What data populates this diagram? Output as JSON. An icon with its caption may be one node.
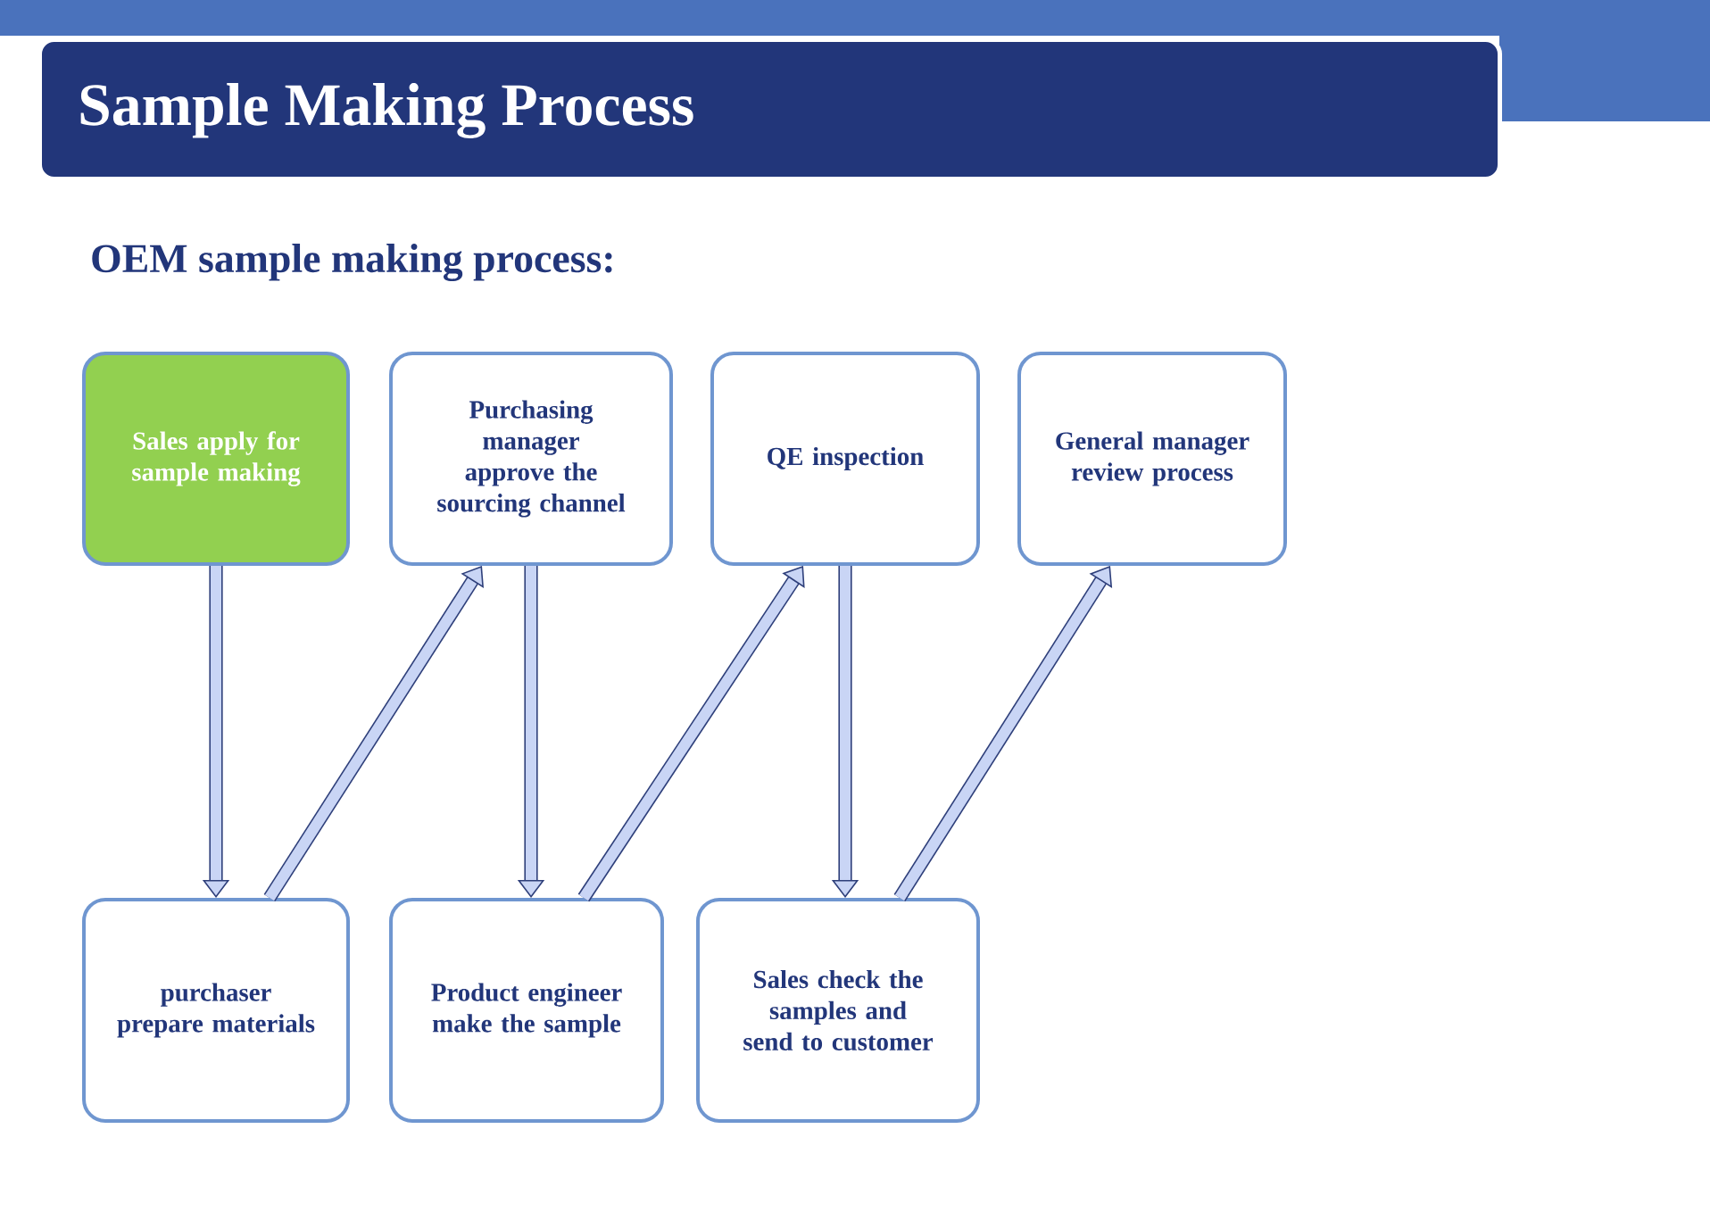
{
  "diagram": {
    "title": "Sample Making Process",
    "nodes": [
      {
        "text": [
          "Sales apply for sample making"
        ]
      },
      {
        "text": [
          "Purchasing manager approve the sourcing channel"
        ]
      },
      {
        "text": [
          "QE inspection"
        ]
      },
      {
        "text": [
          "General manager review process"
        ]
      },
      {
        "text": [
          "purchaser prepare materials"
        ]
      },
      {
        "text": [
          "Product engineer make the sample"
        ]
      },
      {
        "text": [
          "Sales check the samples and send to customer"
        ]
      }
    ],
    "edges": [
      {
        "from": 0,
        "to": 4,
        "arrow": "to"
      },
      {
        "from": 4,
        "to": 1,
        "arrow": "to"
      },
      {
        "from": 1,
        "to": 5,
        "arrow": "to"
      },
      {
        "from": 5,
        "to": 2,
        "arrow": "to"
      },
      {
        "from": 2,
        "to": 6,
        "arrow": "to"
      },
      {
        "from": 6,
        "to": 3,
        "arrow": "to"
      }
    ],
    "labels": [
      "OEM sample making process:"
    ]
  }
}
